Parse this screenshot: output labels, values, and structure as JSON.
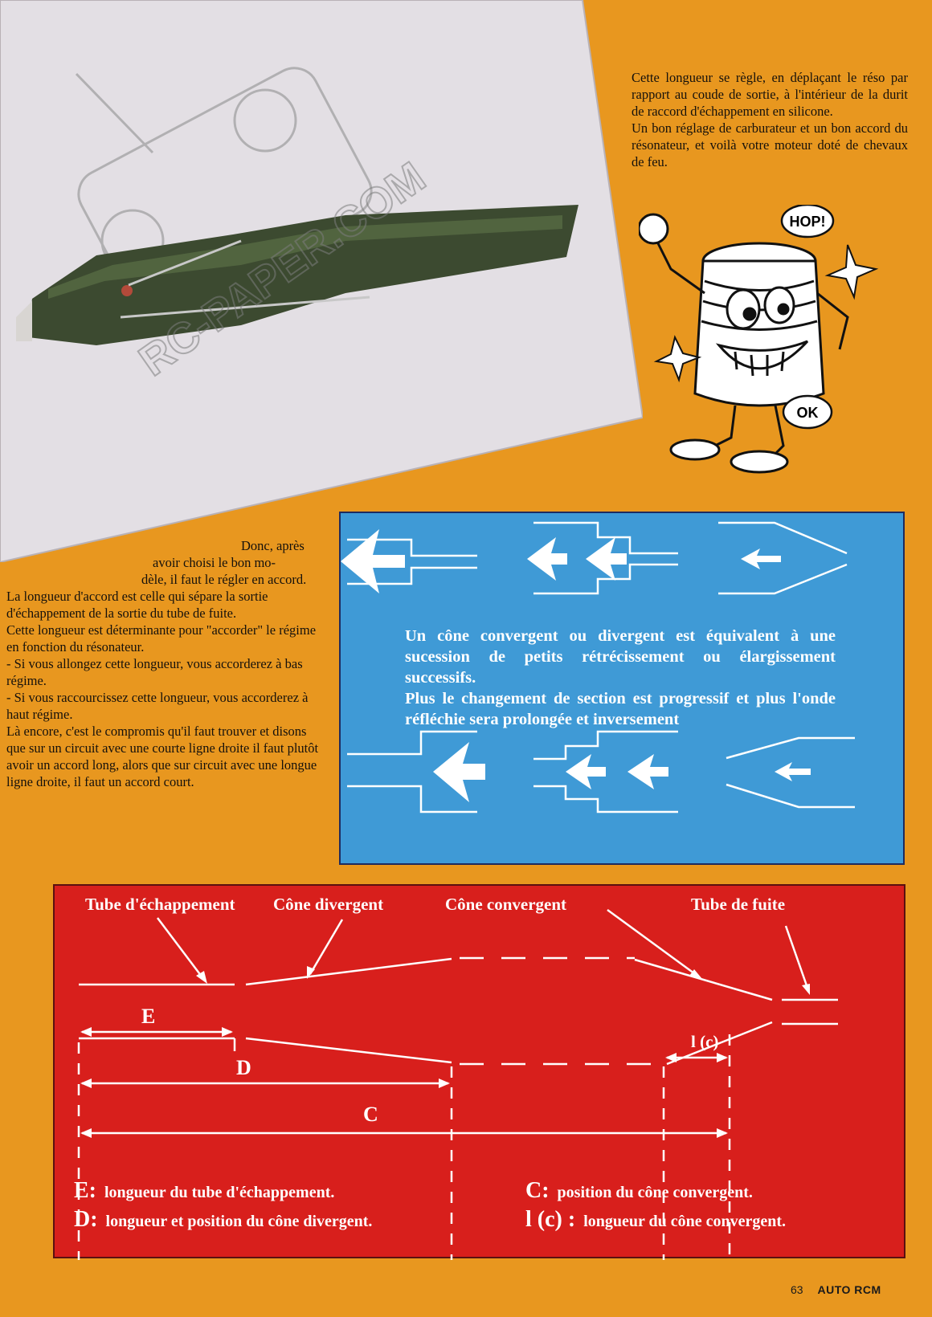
{
  "top_text": {
    "paragraph1": "Cette longueur se règle, en déplaçant le réso par rapport au coude de sortie, à l'intérieur de la durit de raccord d'échappement en silicone.",
    "paragraph2": "Un bon réglage de carburateur et un bon accord du résonateur, et voilà votre moteur doté de chevaux de feu."
  },
  "photo": {
    "watermark": "RC-PAPER.COM"
  },
  "cartoon": {
    "bubble_hop": "HOP!",
    "bubble_ok": "OK"
  },
  "left_text": {
    "line1": "Donc, après",
    "line2": "avoir choisi le bon mo-",
    "line3": "dèle, il faut le régler en accord.",
    "p2": "La longueur d'accord est celle qui sépare la sortie d'échappement de la sortie du tube de fuite.",
    "p3": "Cette longueur est déterminante pour \"accorder\" le régime en fonction du résonateur.",
    "p4": "- Si vous allongez cette longueur, vous accorderez à bas régime.",
    "p5": "- Si vous raccourcissez cette longueur, vous accorderez à haut régime.",
    "p6": "Là encore, c'est le compromis qu'il faut trouver et disons que sur un circuit avec une courte ligne droite il faut plutôt avoir un accord long, alors que sur circuit avec une longue ligne droite, il faut un accord court."
  },
  "blue_box": {
    "text1": "Un cône convergent ou divergent est équivalent à une sucession de petits rétrécissement ou élargissement successifs.",
    "text2": "Plus le changement de section est progressif et plus l'onde réfléchie sera prolongée et inversement"
  },
  "red_box": {
    "labels": {
      "tube_echappement": "Tube d'échappement",
      "cone_divergent": "Cône divergent",
      "cone_convergent": "Cône convergent",
      "tube_fuite": "Tube de fuite"
    },
    "dims": {
      "e": "E",
      "d": "D",
      "c": "C",
      "lc": "l (c)"
    },
    "legend": [
      {
        "key": "E:",
        "text": "longueur du tube d'échappement."
      },
      {
        "key": "D:",
        "text": "longueur et position du cône divergent."
      },
      {
        "key": "C:",
        "text": "position du cône convergent."
      },
      {
        "key": "l (c) :",
        "text": "longueur du cône convergent."
      }
    ]
  },
  "footer": {
    "page_number": "63",
    "magazine": "AUTO RCM"
  },
  "colors": {
    "page_background": "#e8971f",
    "blue_panel": "#3f9ad6",
    "red_panel": "#d81f1c"
  }
}
